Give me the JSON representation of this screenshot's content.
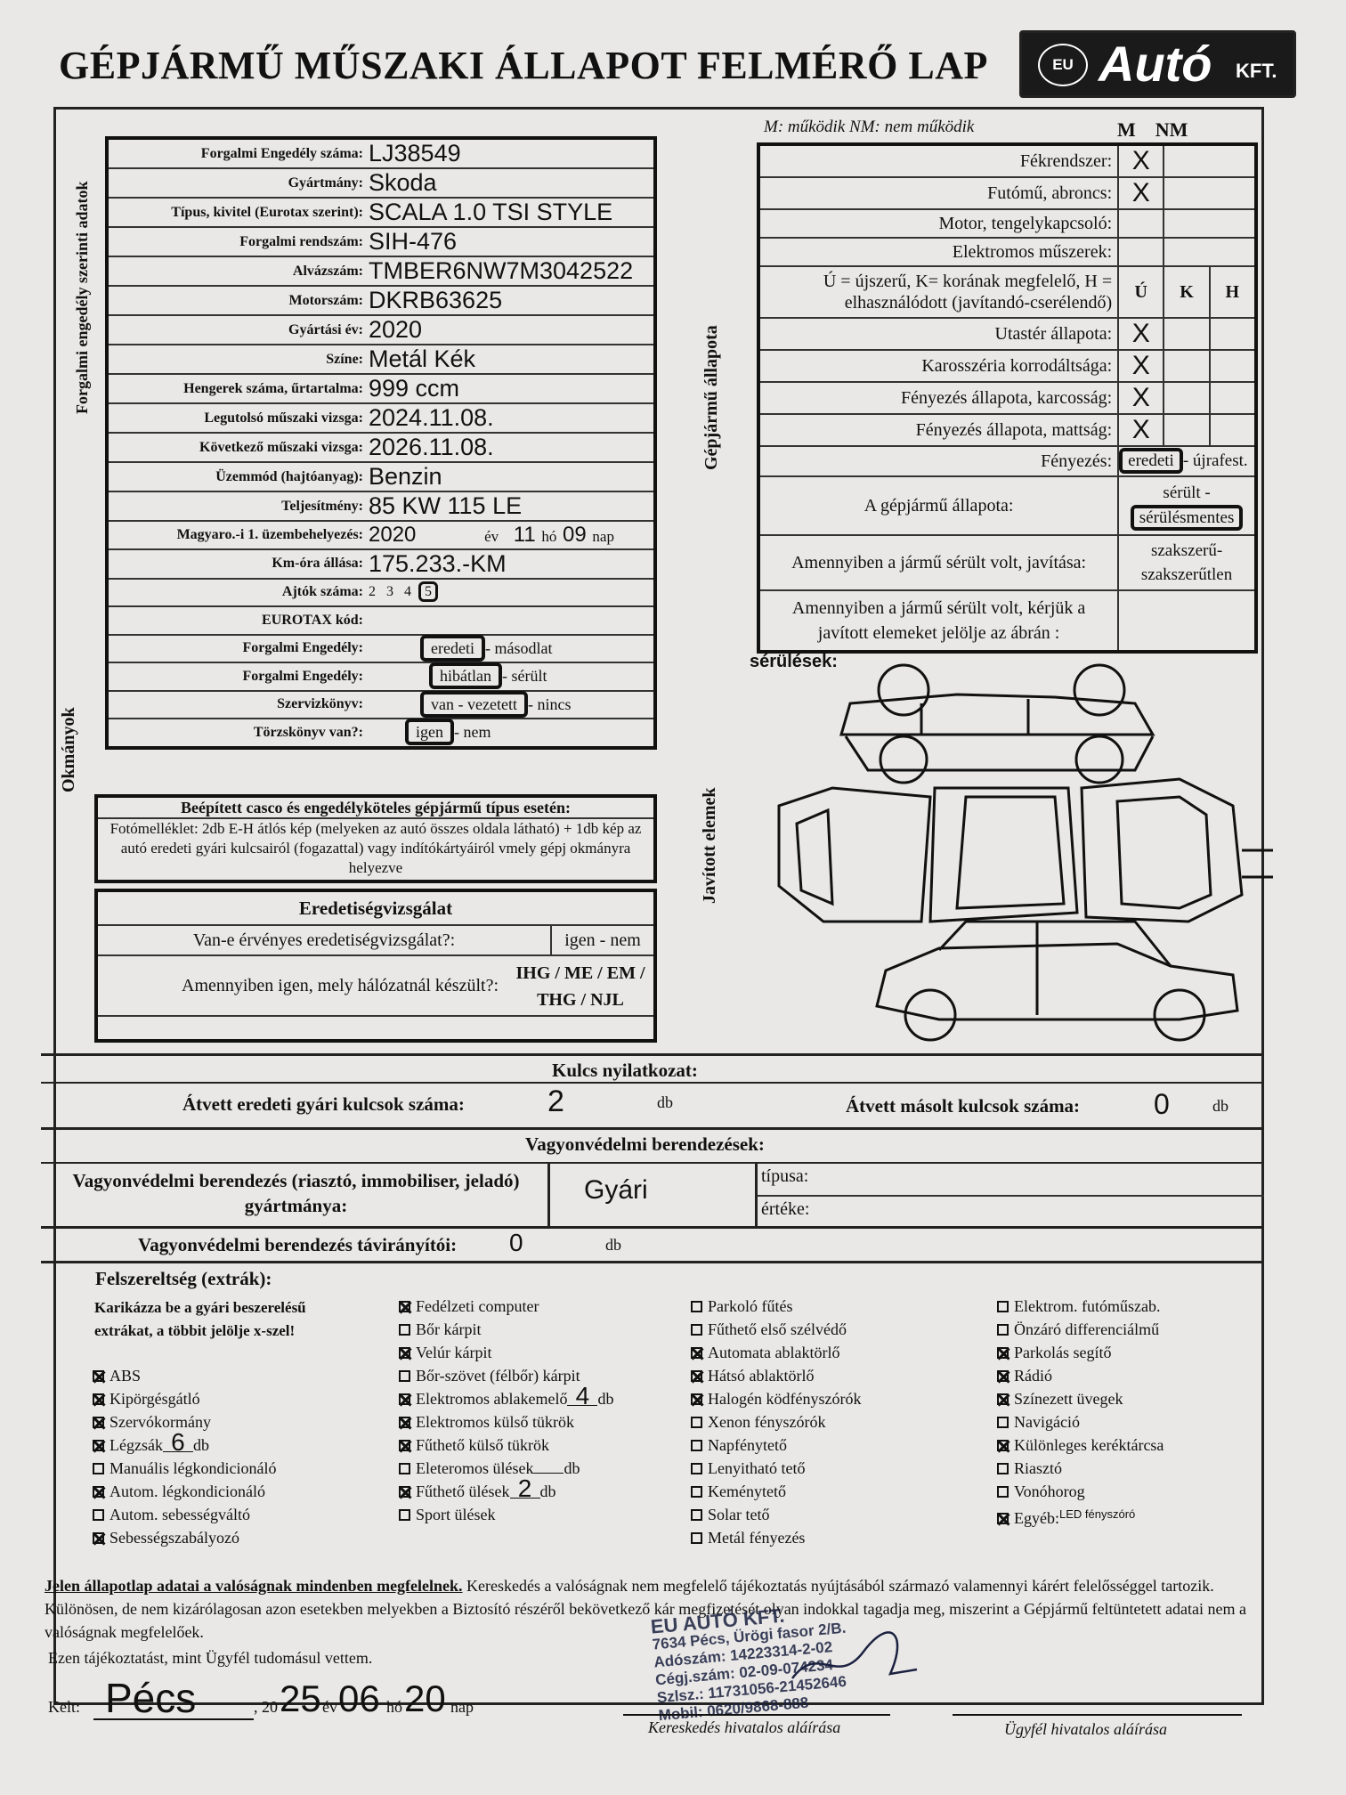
{
  "header": {
    "title": "GÉPJÁRMŰ MŰSZAKI ÁLLAPOT FELMÉRŐ LAP",
    "logo_eu": "EU",
    "logo_auto": "Autó",
    "logo_kft": "KFT."
  },
  "side_labels": {
    "forgalmi": "Forgalmi engedély szerinti adatok",
    "okmanyok": "Okmányok",
    "allapot": "Gépjármű állapota",
    "javitott": "Javított elemek"
  },
  "vehicle": [
    {
      "label": "Forgalmi Engedély száma:",
      "value": "LJ38549"
    },
    {
      "label": "Gyártmány:",
      "value": "Skoda"
    },
    {
      "label": "Típus, kivitel (Eurotax szerint):",
      "value": "SCALA 1.0 TSI  STYLE"
    },
    {
      "label": "Forgalmi rendszám:",
      "value": "SIH-476"
    },
    {
      "label": "Alvázszám:",
      "value": "TMBER6NW7M3042522"
    },
    {
      "label": "Motorszám:",
      "value": "DKRB63625"
    },
    {
      "label": "Gyártási év:",
      "value": "2020"
    },
    {
      "label": "Színe:",
      "value": "Metál Kék"
    },
    {
      "label": "Hengerek száma, űrtartalma:",
      "value": "999 ccm"
    },
    {
      "label": "Legutolsó műszaki vizsga:",
      "value": "2024.11.08."
    },
    {
      "label": "Következő műszaki vizsga:",
      "value": "2026.11.08."
    },
    {
      "label": "Üzemmód (hajtóanyag):",
      "value": "Benzin"
    },
    {
      "label": "Teljesítmény:",
      "value": "85 KW 115 LE"
    }
  ],
  "first_reg": {
    "label": "Magyaro.-i 1. üzembehelyezés:",
    "year": "2020",
    "ev": "év",
    "month": "11",
    "ho": "hó",
    "day": "09",
    "nap": "nap"
  },
  "km": {
    "label": "Km-óra állása:",
    "value": "175.233.-KM"
  },
  "doors": {
    "label": "Ajtók száma:",
    "opts": [
      "2",
      "3",
      "4"
    ],
    "selected": "5"
  },
  "eurotax": {
    "label": "EUROTAX kód:"
  },
  "docs": [
    {
      "label": "Forgalmi Engedély:",
      "selected": "eredeti",
      "rest": "- másodlat"
    },
    {
      "label": "Forgalmi Engedély:",
      "selected": "hibátlan",
      "rest": "- sérült"
    },
    {
      "label": "Szervizkönyv:",
      "selected": "van - vezetett",
      "rest": "- nincs"
    },
    {
      "label": "Törzskönyv van?:",
      "selected": "igen",
      "rest": "- nem"
    }
  ],
  "casco": {
    "title": "Beépített casco és engedélyköteles gépjármű típus esetén:",
    "text": "Fotómelléklet: 2db E-H átlós kép (melyeken az autó összes oldala látható) + 1db kép az autó eredeti gyári kulcsairól (fogazattal) vagy indítókártyáiról vmely gépj okmányra helyezve"
  },
  "eredetiseg": {
    "title": "Eredetiségvizsgálat",
    "q1": "Van-e érvényes eredetiségvizsgálat?:",
    "a1": "igen - nem",
    "q2": "Amennyiben igen, mely hálózatnál készült?:",
    "a2a": "IHG / ME / EM /",
    "a2b": "THG / NJL"
  },
  "condition": {
    "legend": "M: működik   NM: nem működik",
    "m": "M",
    "nm": "NM",
    "rows1": [
      {
        "label": "Fékrendszer:",
        "m": "X"
      },
      {
        "label": "Futómű, abroncs:",
        "m": "X"
      },
      {
        "label": "Motor, tengelykapcsoló:",
        "m": ""
      },
      {
        "label": "Elektromos műszerek:",
        "m": ""
      }
    ],
    "ukh_text": "Ú = újszerű, K= korának megfelelő, H = elhasználódott (javítandó-cserélendő)",
    "u": "Ú",
    "k": "K",
    "h": "H",
    "rows2": [
      {
        "label": "Utastér állapota:",
        "u": "X"
      },
      {
        "label": "Karosszéria korrodáltsága:",
        "u": "X"
      },
      {
        "label": "Fényezés állapota, karcosság:",
        "u": "X"
      },
      {
        "label": "Fényezés állapota, mattság:",
        "u": "X"
      }
    ],
    "fenyezes": {
      "label": "Fényezés:",
      "selected": "eredeti",
      "rest": "- újrafest."
    },
    "allapot": {
      "label": "A gépjármű állapota:",
      "opt": "sérült -",
      "selected": "sérülésmentes"
    },
    "javitas": {
      "label": "Amennyiben a jármű sérült volt, javítása:",
      "a": "szakszerű-",
      "b": "szakszerűtlen"
    },
    "jelolje": {
      "label": "Amennyiben a jármű sérült volt, kérjük a javított elemeket jelölje az ábrán :"
    },
    "serulesek": "sérülések:"
  },
  "keys": {
    "title": "Kulcs nyilatkozat:",
    "orig_label": "Átvett eredeti gyári kulcsok száma:",
    "orig": "2",
    "db": "db",
    "copy_label": "Átvett másolt kulcsok száma:",
    "copy": "0"
  },
  "security": {
    "title": "Vagyonvédelmi berendezések:",
    "make_label": "Vagyonvédelmi berendezés (riasztó, immobiliser, jeladó) gyártmánya:",
    "make": "Gyári",
    "tipusa": "típusa:",
    "erteke": "értéke:",
    "remote_label": "Vagyonvédelmi berendezés távirányítói:",
    "remote": "0",
    "db": "db"
  },
  "extras": {
    "title": "Felszereltség (extrák):",
    "instr": "Karikázza be a gyári beszerelésű extrákat, a többit jelölje x-szel!",
    "col1": [
      {
        "t": "ABS",
        "x": true
      },
      {
        "t": "Kipörgésgátló",
        "x": true
      },
      {
        "t": "Szervókormány",
        "x": true
      },
      {
        "t": "Légzsák",
        "x": true,
        "n": "6",
        "u": "db"
      },
      {
        "t": "Manuális légkondicionáló",
        "x": false
      },
      {
        "t": "Autom. légkondicionáló",
        "x": true
      },
      {
        "t": "Autom. sebességváltó",
        "x": false
      },
      {
        "t": "Sebességszabályozó",
        "x": true
      }
    ],
    "col2": [
      {
        "t": "Fedélzeti computer",
        "x": true
      },
      {
        "t": "Bőr kárpit",
        "x": false
      },
      {
        "t": "Velúr kárpit",
        "x": true
      },
      {
        "t": "Bőr-szövet (félbőr) kárpit",
        "x": false
      },
      {
        "t": "Elektromos ablakemelő",
        "x": true,
        "n": "4",
        "u": "db"
      },
      {
        "t": "Elektromos külső tükrök",
        "x": true
      },
      {
        "t": "Fűthető külső tükrök",
        "x": true
      },
      {
        "t": "Eleteromos ülések",
        "x": false,
        "n": "",
        "u": "db"
      },
      {
        "t": "Fűthető ülések",
        "x": true,
        "n": "2",
        "u": "db"
      },
      {
        "t": "Sport ülések",
        "x": false
      }
    ],
    "col3": [
      {
        "t": "Parkoló fűtés",
        "x": false
      },
      {
        "t": "Fűthető első szélvédő",
        "x": false
      },
      {
        "t": "Automata ablaktörlő",
        "x": true
      },
      {
        "t": "Hátsó ablaktörlő",
        "x": true
      },
      {
        "t": "Halogén ködfényszórók",
        "x": true
      },
      {
        "t": "Xenon fényszórók",
        "x": false
      },
      {
        "t": "Napfénytető",
        "x": false
      },
      {
        "t": "Lenyitható tető",
        "x": false
      },
      {
        "t": "Keménytető",
        "x": false
      },
      {
        "t": "Solar tető",
        "x": false
      },
      {
        "t": "Metál fényezés",
        "x": false
      }
    ],
    "col4": [
      {
        "t": "Elektrom. futóműszab.",
        "x": false
      },
      {
        "t": "Önzáró differenciálmű",
        "x": false
      },
      {
        "t": "Parkolás segítő",
        "x": true
      },
      {
        "t": "Rádió",
        "x": true
      },
      {
        "t": "Színezett üvegek",
        "x": true
      },
      {
        "t": "Navigáció",
        "x": false
      },
      {
        "t": "Különleges keréktárcsa",
        "x": true
      },
      {
        "t": "Riasztó",
        "x": false
      },
      {
        "t": "Vonóhorog",
        "x": false
      },
      {
        "t": "Egyéb:",
        "x": true,
        "note": "LED fényszóró"
      }
    ]
  },
  "declaration": {
    "underlined": "Jelen állapotlap adatai a valóságnak mindenben megfelelnek.",
    "text": "Kereskedés a valóságnak nem megfelelő tájékoztatás nyújtásából származó valamennyi kárért felelősséggel tartozik. Különösen, de nem kizárólagosan azon esetekben melyekben a Biztosító részéről bekövetkező kár megfizetését olyan indokkal tagadja meg, miszerint a Gépjármű feltüntetett adatai nem a valóságnak megfelelőek.",
    "ack": "Ezen tájékoztatást, mint Ügyfél tudomásul vettem."
  },
  "signature": {
    "kelt": "Kelt:",
    "city": "Pécs",
    "pre": ", 20",
    "year": "25",
    "ev": "év",
    "month": "06",
    "ho": "hó",
    "day": "20",
    "nap": "nap",
    "dealer": "Kereskedés hivatalos aláírása",
    "client": "Ügyfél hivatalos aláírása"
  },
  "stamp": [
    "EU AUTÓ KFT.",
    "7634 Pécs, Ürögi fasor 2/B.",
    "Adószám: 14223314-2-02",
    "Cégj.szám: 02-09-074234",
    "Szlsz.: 11731056-21452646",
    "Mobil: 0620/9868-888"
  ]
}
